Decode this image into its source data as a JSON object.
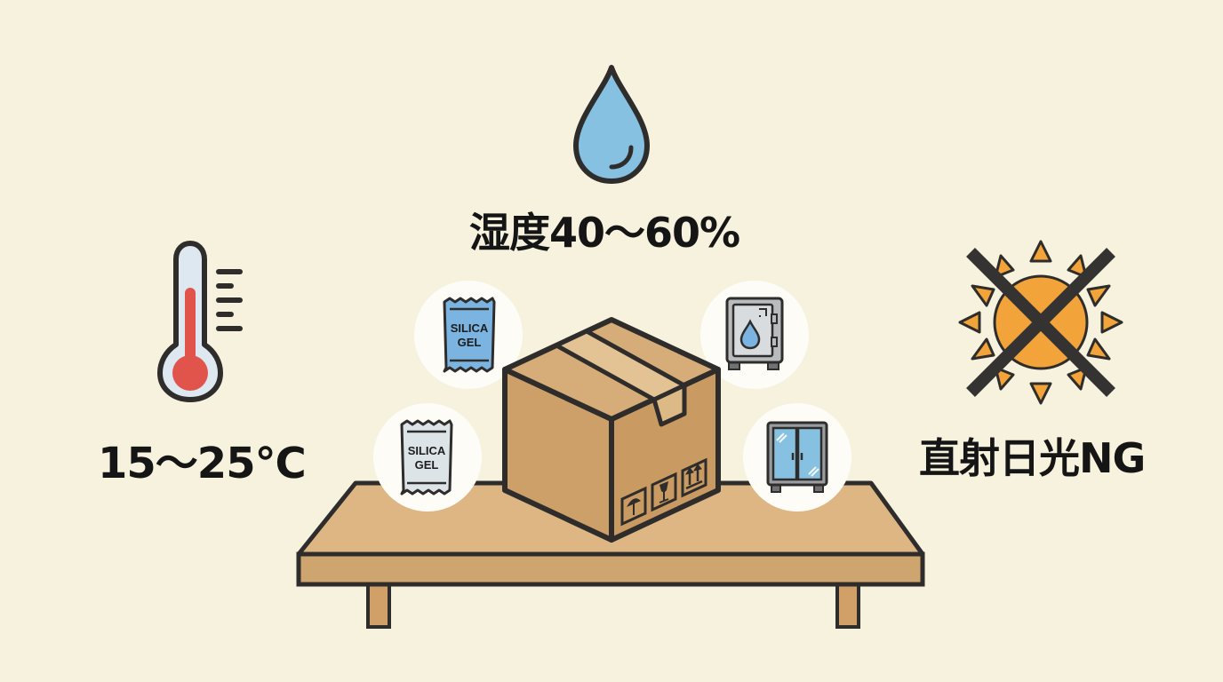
{
  "scene": {
    "background_color": "#f6f2de",
    "stroke_color": "#2f2d2b"
  },
  "humidity": {
    "icon": "water-drop-icon",
    "label": "湿度40〜60%",
    "color": "#86c1e2"
  },
  "temperature": {
    "icon": "thermometer-icon",
    "label": "15〜25℃",
    "color": "#e0544c"
  },
  "sunlight": {
    "icon": "sun-crossed-out-icon",
    "label": "直射日光NG",
    "color": "#f2a33a"
  },
  "items": {
    "silica_blue": {
      "icon": "silica-gel-packet-icon",
      "line1": "SILICA",
      "line2": "GEL",
      "color": "#7bb4e0"
    },
    "silica_white": {
      "icon": "silica-gel-packet-icon",
      "line1": "SILICA",
      "line2": "GEL",
      "color": "#dde4e8"
    },
    "dry_cabinet": {
      "icon": "dry-cabinet-icon",
      "color": "#c8cbcd"
    },
    "glass_cabinet": {
      "icon": "glass-cabinet-icon",
      "color": "#86c1e2"
    }
  },
  "box": {
    "icon": "cardboard-box-icon",
    "markings": [
      "keep-dry-umbrella-icon",
      "fragile-glass-icon",
      "this-side-up-arrows-icon"
    ],
    "color": "#cfa36c"
  },
  "shelf": {
    "icon": "wooden-shelf-icon",
    "color": "#d6ad78"
  }
}
